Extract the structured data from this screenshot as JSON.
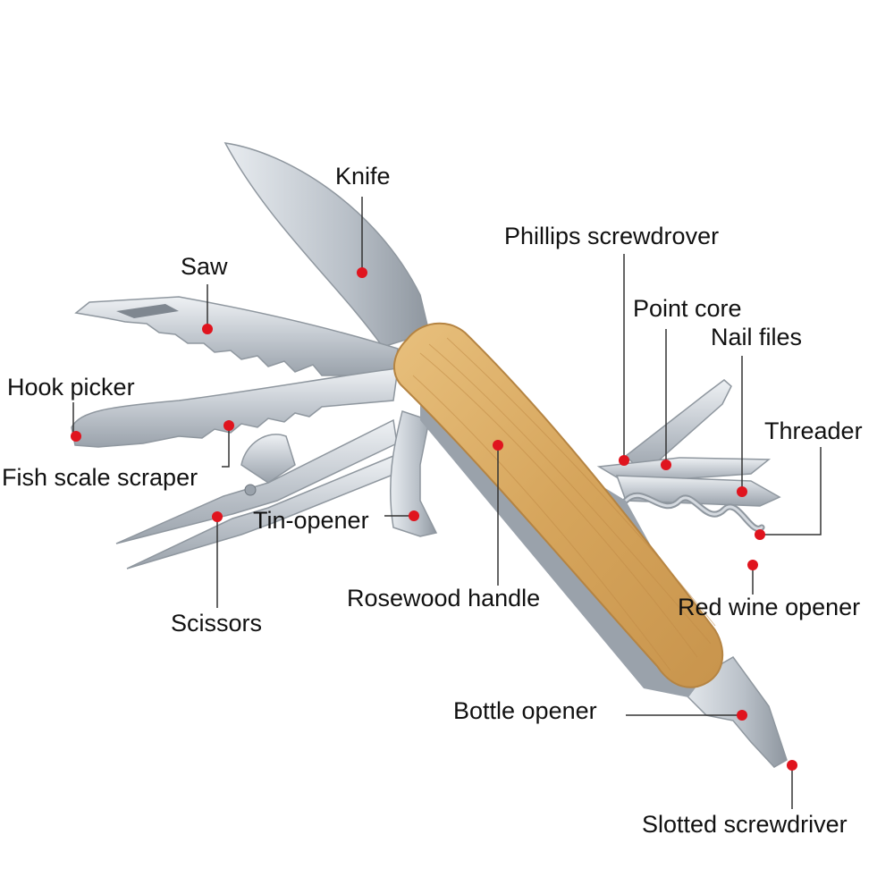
{
  "diagram": {
    "marker_color": "#e0141e",
    "handle_color": "#d9aa62",
    "metal_color": "#c9cfd6",
    "labels": {
      "knife": "Knife",
      "saw": "Saw",
      "hook_picker": "Hook picker",
      "fish_scale_scraper": "Fish scale scraper",
      "scissors": "Scissors",
      "tin_opener": "Tin-opener",
      "rosewood_handle": "Rosewood handle",
      "phillips_screwdriver": "Phillips screwdrover",
      "point_core": "Point core",
      "nail_files": "Nail files",
      "threader": "Threader",
      "red_wine_opener": "Red wine opener",
      "bottle_opener": "Bottle opener",
      "slotted_screwdriver": "Slotted screwdriver"
    }
  }
}
